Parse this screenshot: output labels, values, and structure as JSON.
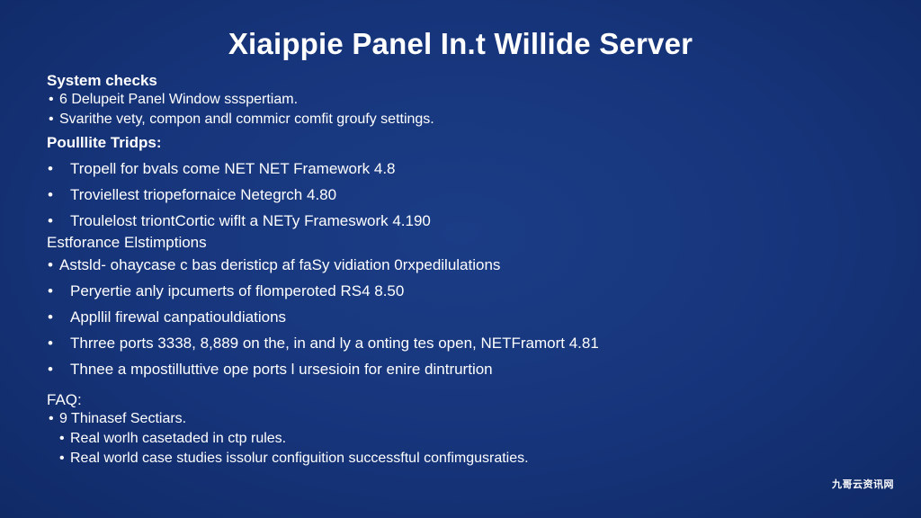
{
  "slide": {
    "title": "Xiaippie Panel In.t Willide Server",
    "sections": {
      "system_checks": {
        "heading": "System checks",
        "items": [
          "6 Delupeit Panel Window ssspertiam.",
          "Svarithe vety, compon andl commicr comfit groufy settings."
        ]
      },
      "tips": {
        "heading": "Poulllite Tridps:",
        "items": [
          "Tropell for bvals come NET NET Framework 4.8",
          "Troviellest triopefornaice Netegrch 4.80",
          "Troulelost triontCortic wiflt a NETy Frameswork 4.190"
        ]
      },
      "performance": {
        "heading": "Estforance Elstimptions",
        "items": [
          "Astsld- ohaycase c bas deristicp af faSy vidiation 0rxpedilulations",
          "Peryertie anly ipcumerts of flomperoted RS4 8.50",
          "Appllil firewal canpatiouldiations",
          "Thrree ports 3338, 8,889 on the, in and ly a onting tes open, NETFramort 4.81",
          "Thnee a mpostilluttive ope ports l ursesioin for enire dintrurtion"
        ]
      },
      "faq": {
        "heading": "FAQ:",
        "items": [
          "9 Thinasef Sectiars."
        ],
        "sub_items": [
          "Real worlh casetaded in ctp rules.",
          "Real world case studies issolur configuition successftul confimgusraties."
        ]
      }
    },
    "watermark": "九哥云资讯网"
  }
}
